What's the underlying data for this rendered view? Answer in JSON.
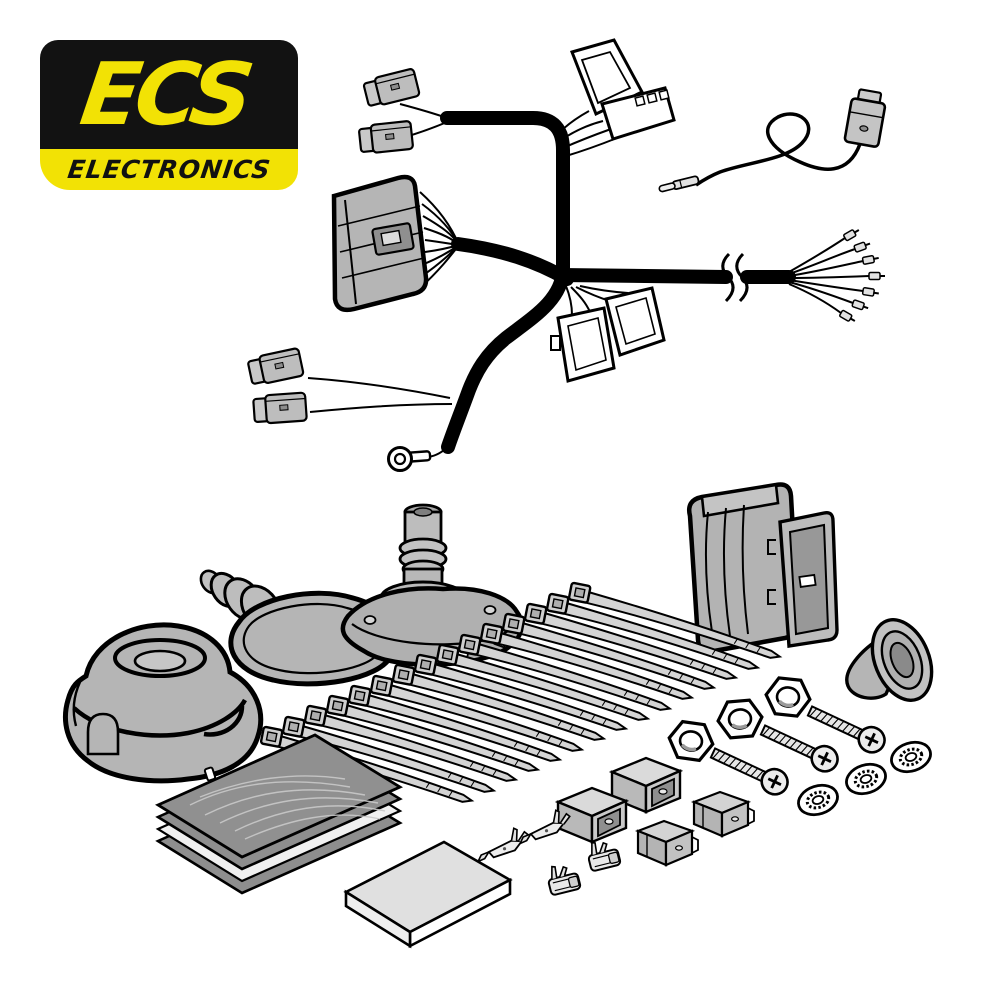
{
  "logo": {
    "brand": "ECS",
    "subtitle": "ELECTRONICS",
    "brand_color": "#F2E205",
    "panel_color": "#121212",
    "text_color": "#111111"
  },
  "colors": {
    "background": "#ffffff",
    "line": "#000000",
    "plastic_gray": "#b5b5b5",
    "light_gray": "#d6d6d6",
    "pad_dark_gray": "#8e8e8e",
    "connector_white": "#ffffff"
  },
  "illustration": {
    "description": "Exploded contents of an ECS Electronics towbar wiring kit",
    "parts": [
      {
        "name": "main-wiring-harness",
        "count": 1
      },
      {
        "name": "vehicle-ecu-connector",
        "count": 1
      },
      {
        "name": "small-gray-connector",
        "count": 4
      },
      {
        "name": "white-branch-connector",
        "count": 4
      },
      {
        "name": "ring-terminal",
        "count": 1
      },
      {
        "name": "stripped-wire-end",
        "count": 7
      },
      {
        "name": "pigtail-extension-wire",
        "count": 1
      },
      {
        "name": "seven-pin-trailer-socket",
        "count": 1
      },
      {
        "name": "bellows-grommet-with-gasket",
        "count": 1
      },
      {
        "name": "socket-mounting-plate-with-spout",
        "count": 1
      },
      {
        "name": "electronic-control-module",
        "count": 1
      },
      {
        "name": "funnel-grommet",
        "count": 1
      },
      {
        "name": "cable-tie",
        "count": 15
      },
      {
        "name": "hex-nut",
        "count": 3
      },
      {
        "name": "phillips-bolt",
        "count": 3
      },
      {
        "name": "star-lock-washer",
        "count": 3
      },
      {
        "name": "large-connector-housing",
        "count": 2
      },
      {
        "name": "small-connector-housing",
        "count": 2
      },
      {
        "name": "male-spade-terminal",
        "count": 2
      },
      {
        "name": "female-spade-terminal",
        "count": 2
      },
      {
        "name": "adhesive-sealing-pad",
        "count": 4
      },
      {
        "name": "foam-pad",
        "count": 1
      }
    ]
  }
}
